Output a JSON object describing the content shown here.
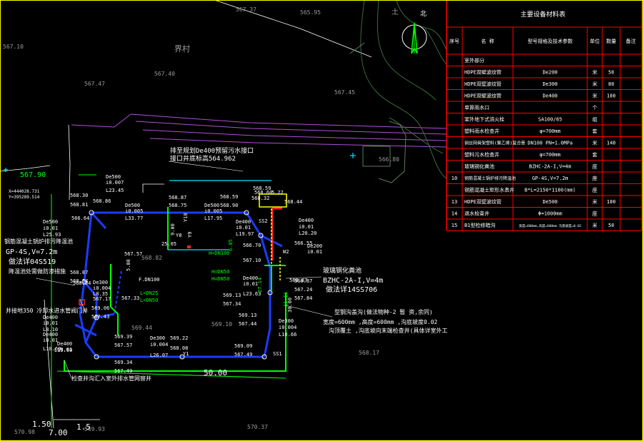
{
  "map": {
    "village_label": "界村",
    "north_label": "北",
    "tu_label": "土",
    "elevations": [
      {
        "id": "e1",
        "text": "567.37"
      },
      {
        "id": "e2",
        "text": "565.95"
      },
      {
        "id": "e3",
        "text": "567.10"
      },
      {
        "id": "e4",
        "text": "567.40"
      },
      {
        "id": "e5",
        "text": "567.47"
      },
      {
        "id": "e6",
        "text": "567.45"
      },
      {
        "id": "e7",
        "text": "566.80"
      },
      {
        "id": "e8",
        "text": "567.90"
      },
      {
        "id": "e9",
        "text": "568.82"
      },
      {
        "id": "e10",
        "text": "569.44"
      },
      {
        "id": "e11",
        "text": "569.10"
      },
      {
        "id": "e12",
        "text": "568.17"
      },
      {
        "id": "e13",
        "text": "570.98"
      },
      {
        "id": "e14",
        "text": "569.93"
      },
      {
        "id": "e15",
        "text": "570.37"
      }
    ],
    "coord_x": "X=444028.731",
    "coord_y": "Y=395289.514",
    "notes": {
      "outfall_1": "排至规划De400预留污水接口",
      "outfall_2": "接口井底标高564.962",
      "tank_1": "钢筋混凝土锅炉排污降温池",
      "tank_2": "GP-4S,V=7.2m",
      "tank_3": "做法详04S519",
      "tank_4": "降温池处需做防渗措施",
      "hot_pipe": "井接地350 冷却水进水管阀门井",
      "tank2_1": "玻璃钢化粪池",
      "tank2_2": "BZHC-2A-I,V=4m",
      "tank2_3": "做法详14SS706",
      "ditch_1": "型钢沟盖沟(做法物种-2 暂 资,余同)",
      "ditch_2": "宽度=600mm ,高度=600mm ,沟底坡度0.02",
      "ditch_3": "沟顶覆土 ,沟底坡向末端检查井(具体详室外工",
      "bottom_note": "检查井沟汇入室外排水管网窨井"
    },
    "pipe_labels": [
      {
        "id": "p1",
        "text": "De500"
      },
      {
        "id": "p2",
        "text": "i0.007"
      },
      {
        "id": "p3",
        "text": "L23.45"
      },
      {
        "id": "p4",
        "text": "568.30"
      },
      {
        "id": "p5",
        "text": "568.81"
      },
      {
        "id": "p6",
        "text": "568.86"
      },
      {
        "id": "p7",
        "text": "566.64"
      },
      {
        "id": "p8",
        "text": "De500"
      },
      {
        "id": "p9",
        "text": "i0.005"
      },
      {
        "id": "p10",
        "text": "L33.77"
      },
      {
        "id": "p11",
        "text": "568.87"
      },
      {
        "id": "p12",
        "text": "568.75"
      },
      {
        "id": "p13",
        "text": "De500"
      },
      {
        "id": "p14",
        "text": "i0.005"
      },
      {
        "id": "p15",
        "text": "L17.95"
      },
      {
        "id": "p16",
        "text": "568.59"
      },
      {
        "id": "p17",
        "text": "568.90"
      },
      {
        "id": "p18",
        "text": "568.59"
      },
      {
        "id": "p19",
        "text": "568.44"
      },
      {
        "id": "p20",
        "text": "5.22"
      },
      {
        "id": "p21",
        "text": "568.32"
      },
      {
        "id": "p22",
        "text": "568.60"
      },
      {
        "id": "p23",
        "text": "De400"
      },
      {
        "id": "p24",
        "text": "i0.01"
      },
      {
        "id": "p25",
        "text": "L19.97"
      },
      {
        "id": "p26",
        "text": "De400"
      },
      {
        "id": "p27",
        "text": "i0.01"
      },
      {
        "id": "p28",
        "text": "L20.20"
      },
      {
        "id": "p29",
        "text": "De200"
      },
      {
        "id": "p30",
        "text": "i0.01"
      },
      {
        "id": "p31",
        "text": "566.55"
      },
      {
        "id": "p32",
        "text": "566.70"
      },
      {
        "id": "p33",
        "text": "567.10"
      },
      {
        "id": "p34",
        "text": "De500"
      },
      {
        "id": "p35",
        "text": "i0.01"
      },
      {
        "id": "p36",
        "text": "L25.93"
      },
      {
        "id": "p37",
        "text": "567.57"
      },
      {
        "id": "p38",
        "text": "25.05"
      },
      {
        "id": "p39",
        "text": "568.87"
      },
      {
        "id": "p40",
        "text": "568.54"
      },
      {
        "id": "p41",
        "text": "567.33"
      },
      {
        "id": "p42",
        "text": "566.87"
      },
      {
        "id": "p43",
        "text": "567.24"
      },
      {
        "id": "p44",
        "text": "567.84"
      },
      {
        "id": "p45",
        "text": "569.13"
      },
      {
        "id": "p46",
        "text": "De400"
      },
      {
        "id": "p47",
        "text": "i0.01"
      },
      {
        "id": "p48",
        "text": "L23.63"
      },
      {
        "id": "p49",
        "text": "567.34"
      },
      {
        "id": "p50",
        "text": "569.13"
      },
      {
        "id": "p51",
        "text": "567.44"
      },
      {
        "id": "p52",
        "text": "De300"
      },
      {
        "id": "p53",
        "text": "i0.004"
      },
      {
        "id": "p54",
        "text": "L8.35"
      },
      {
        "id": "p55",
        "text": "567.17"
      },
      {
        "id": "p56",
        "text": "De400"
      },
      {
        "id": "p57",
        "text": "i0.01"
      },
      {
        "id": "p58",
        "text": "L8.10"
      },
      {
        "id": "p59",
        "text": "De400"
      },
      {
        "id": "p60",
        "text": "i0.01"
      },
      {
        "id": "p61",
        "text": "L10.69"
      },
      {
        "id": "p62",
        "text": "De400"
      },
      {
        "id": "p63",
        "text": "i0.01"
      },
      {
        "id": "p64",
        "text": "L15.60"
      },
      {
        "id": "p65",
        "text": "569.06"
      },
      {
        "id": "p66",
        "text": "567.43"
      },
      {
        "id": "p67",
        "text": "569.39"
      },
      {
        "id": "p68",
        "text": "567.57"
      },
      {
        "id": "p69",
        "text": "569.34"
      },
      {
        "id": "p70",
        "text": "567.49"
      },
      {
        "id": "p71",
        "text": "569.22"
      },
      {
        "id": "p72",
        "text": "568.08"
      },
      {
        "id": "p73",
        "text": "De300"
      },
      {
        "id": "p74",
        "text": "i0.004"
      },
      {
        "id": "p75",
        "text": "L26.07"
      },
      {
        "id": "p76",
        "text": "569.09"
      },
      {
        "id": "p77",
        "text": "567.49"
      },
      {
        "id": "p78",
        "text": "De300"
      },
      {
        "id": "p79",
        "text": "i0.004"
      },
      {
        "id": "p80",
        "text": "L10.66"
      },
      {
        "id": "p81",
        "text": "50.00"
      },
      {
        "id": "p82",
        "text": "30.00"
      },
      {
        "id": "p83",
        "text": "9.00"
      },
      {
        "id": "p84",
        "text": "1.50"
      },
      {
        "id": "p85",
        "text": "7.00"
      },
      {
        "id": "p86",
        "text": "1.5"
      },
      {
        "id": "p87",
        "text": "568.87"
      },
      {
        "id": "p88",
        "text": "568.94"
      },
      {
        "id": "p89",
        "text": "F.DN100"
      },
      {
        "id": "p90",
        "text": "5.00"
      }
    ],
    "well_ids": [
      {
        "id": "w1",
        "text": "Y10"
      },
      {
        "id": "w2",
        "text": "Y8"
      },
      {
        "id": "w3",
        "text": "SS1"
      },
      {
        "id": "w4",
        "text": "SS2"
      },
      {
        "id": "w5",
        "text": "Y1"
      },
      {
        "id": "w6",
        "text": "W2"
      },
      {
        "id": "w7",
        "text": "Y9"
      }
    ],
    "green_labels": [
      {
        "id": "g1",
        "text": "H=DN50"
      },
      {
        "id": "g2",
        "text": "H=DN50"
      },
      {
        "id": "g3",
        "text": "H=DN100"
      },
      {
        "id": "g4",
        "text": "L=DN25"
      },
      {
        "id": "g5",
        "text": "L=DN50"
      },
      {
        "id": "g6",
        "text": "6.05"
      },
      {
        "id": "g7",
        "text": "27.14"
      },
      {
        "id": "g8",
        "text": "11.61"
      }
    ]
  },
  "table": {
    "title": "主要设备材料表",
    "headers": {
      "no": "序号",
      "name": "名  称",
      "spec": "型号规格及技术参数",
      "unit": "单位",
      "qty": "数量",
      "remark": "备注"
    },
    "rows": [
      {
        "no": "",
        "name": "室外部分",
        "spec": "",
        "unit": "",
        "qty": "",
        "remark": ""
      },
      {
        "no": "",
        "name": "HDPE双壁波纹管",
        "spec": "De200",
        "unit": "米",
        "qty": "50",
        "remark": ""
      },
      {
        "no": "",
        "name": "HDPE双壁波纹管",
        "spec": "De300",
        "unit": "米",
        "qty": "80",
        "remark": ""
      },
      {
        "no": "",
        "name": "HDPE双壁波纹管",
        "spec": "De400",
        "unit": "米",
        "qty": "100",
        "remark": ""
      },
      {
        "no": "",
        "name": "单箅雨水口",
        "spec": "",
        "unit": "个",
        "qty": "",
        "remark": ""
      },
      {
        "no": "",
        "name": "室外地下式消火栓",
        "spec": "SA100/65",
        "unit": "组",
        "qty": "",
        "remark": ""
      },
      {
        "no": "",
        "name": "塑料雨水检查井",
        "spec": "φ=700mm",
        "unit": "套",
        "qty": "",
        "remark": ""
      },
      {
        "no": "",
        "name": "钢丝网骨架塑料(聚乙烯)复合管",
        "spec": "DN100 PN=1.0MPa",
        "unit": "米",
        "qty": "140",
        "remark": ""
      },
      {
        "no": "",
        "name": "塑料污水检查井",
        "spec": "φ=700mm",
        "unit": "套",
        "qty": "",
        "remark": ""
      },
      {
        "no": "",
        "name": "玻璃钢化粪池",
        "spec": "BZHC-2A-I,V=4m",
        "unit": "座",
        "qty": "",
        "remark": ""
      },
      {
        "no": "10",
        "name": "钢筋混凝土锅炉排污降温池",
        "spec": "GP-4S,V=7.2m",
        "unit": "座",
        "qty": "",
        "remark": ""
      },
      {
        "no": "",
        "name": "钢筋混凝土矩形水表井",
        "spec": "B*L=2150*1100(mm)",
        "unit": "座",
        "qty": "",
        "remark": ""
      },
      {
        "no": "13",
        "name": "HDPE双壁波纹管",
        "spec": "De500",
        "unit": "米",
        "qty": "100",
        "remark": ""
      },
      {
        "no": "14",
        "name": "退水检查井",
        "spec": "Φ=1000mm",
        "unit": "座",
        "qty": "",
        "remark": ""
      },
      {
        "no": "15",
        "name": "B1型检修暗沟",
        "spec": "宽度=600mm,高度=600mm 沟底坡度=0.02",
        "unit": "米",
        "qty": "50",
        "remark": ""
      }
    ]
  },
  "colors": {
    "bg": "#000000",
    "table_line": "#ff0000",
    "pipe_blue": "#1a3cff",
    "pipe_green": "#00ff00",
    "magenta": "#cc66ff",
    "text_white": "#ffffff",
    "text_grey": "#9a9a9a",
    "yellow": "#ffff00",
    "cyan": "#00e5ff",
    "red": "#ff2020"
  }
}
